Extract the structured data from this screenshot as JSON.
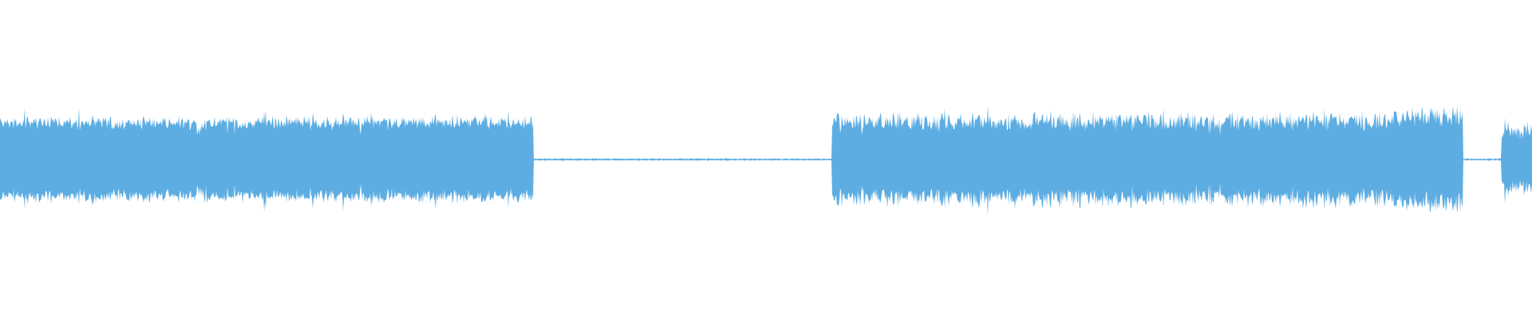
{
  "waveform": {
    "color": "#5dade2",
    "background": "#ffffff",
    "segments": [
      {
        "start": 0.0,
        "end": 0.348,
        "type": "loud",
        "base": 0.46,
        "variation": 0.06
      },
      {
        "start": 0.348,
        "end": 0.543,
        "type": "silent",
        "base": 0.01,
        "variation": 0.005
      },
      {
        "start": 0.543,
        "end": 0.955,
        "type": "loud",
        "base": 0.48,
        "variation": 0.1
      },
      {
        "start": 0.955,
        "end": 0.98,
        "type": "silent",
        "base": 0.01,
        "variation": 0.005
      },
      {
        "start": 0.98,
        "end": 1.0,
        "type": "loud",
        "base": 0.36,
        "variation": 0.1
      }
    ]
  }
}
